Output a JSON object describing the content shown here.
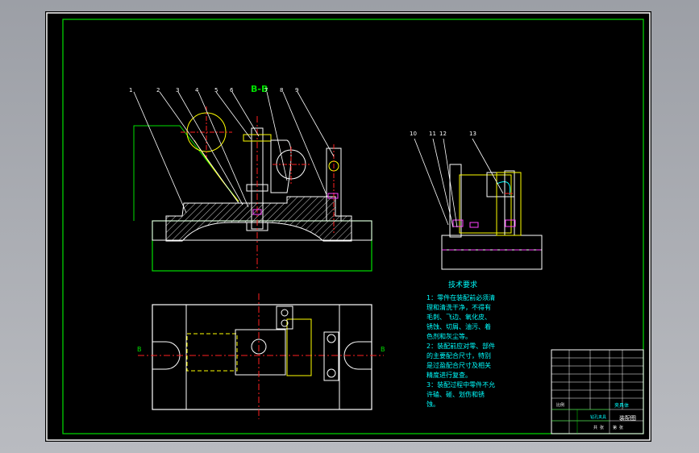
{
  "colors": {
    "background": "#000000",
    "frame": "#ffffff",
    "border_green": "#00e000",
    "part_line": "#ffffff",
    "hatch": "#ffffff",
    "center_line": "#ff2020",
    "dimension_cyan": "#00ffff",
    "fastener_magenta": "#ff40ff",
    "accent_yellow": "#ffff00",
    "leader_white": "#ffffff"
  },
  "section_label": "B-B",
  "leaders": {
    "left_view": [
      "1",
      "2",
      "3",
      "4",
      "5",
      "6",
      "7",
      "8",
      "9"
    ],
    "right_view": [
      "10",
      "11",
      "12",
      "13"
    ]
  },
  "section_marks": {
    "left": "B",
    "right": "B"
  },
  "technical_requirements": {
    "heading": "技术要求",
    "lines": [
      "1：零件在装配前必须清",
      "理和清洗干净，不得有",
      "毛刺、飞边、氧化皮、",
      "锈蚀、切屑、油污、着",
      "色剂和灰尘等。",
      "2：装配前应对零、部件",
      "的主要配合尺寸，特别",
      "是过盈配合尺寸及相关",
      "精度进行复查。",
      "3：装配过程中零件不允",
      "许磕、碰、划伤和锈",
      "蚀。"
    ]
  },
  "title_block": {
    "drawing_name": "夹具体",
    "title": "装配图",
    "small_cells": [
      "钻孔夹具",
      "比例",
      "共",
      "张",
      "第",
      "张"
    ]
  }
}
